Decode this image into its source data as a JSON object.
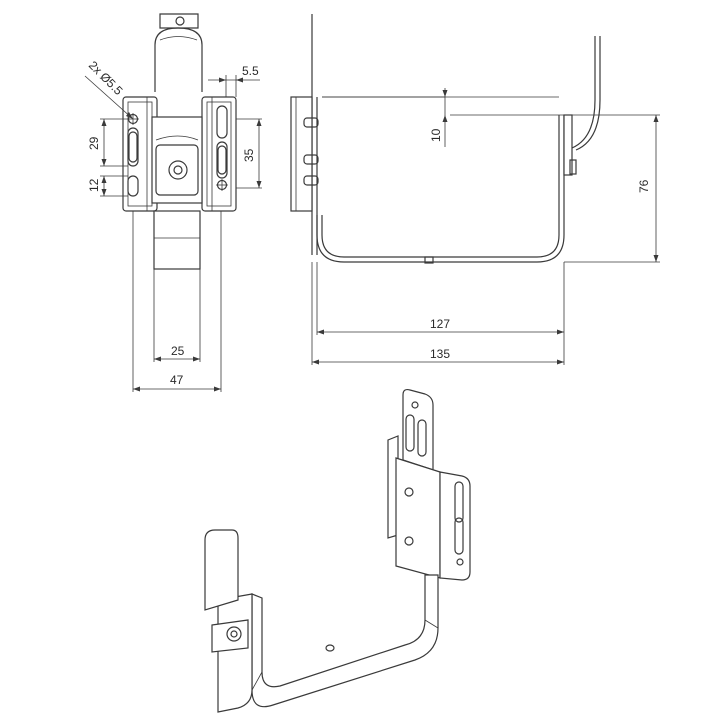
{
  "drawing": {
    "front_view": {
      "hole_label": "2x Ø5.5",
      "offset_label": "5.5",
      "slot_height_label": "29",
      "slot_width_label": "12",
      "plate_height_label": "35",
      "tongue_width_label": "25",
      "total_width_label": "47"
    },
    "side_view": {
      "depth_offset_label": "10",
      "height_label": "76",
      "inner_width_label": "127",
      "outer_width_label": "135"
    }
  }
}
